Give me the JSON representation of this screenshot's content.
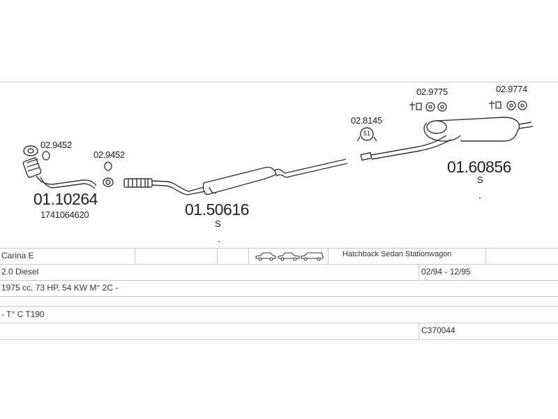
{
  "parts": {
    "front_pipe": {
      "number": "01.10264",
      "oe_number": "1741064620",
      "gasket": "02.9452"
    },
    "flange_gasket": {
      "number": "02.9452"
    },
    "center_silencer": {
      "number": "01.50616",
      "type": "S"
    },
    "clamp": {
      "number": "02.8145",
      "size": "51"
    },
    "rear_silencer": {
      "number": "01.60856",
      "type": "S"
    },
    "mounting_kit_a": {
      "number": "02.9775"
    },
    "mounting_kit_b": {
      "number": "02.9774"
    }
  },
  "vehicle": {
    "model": "Carina E",
    "engine": "2.0 Diesel",
    "body_types": "Hatchback Sedan Stationwagon",
    "years": "02/94 - 12/95",
    "specs": "1975 cc, 73 HP, 54 KW M° 2C -",
    "type_code": "- T° C T190",
    "catalog_code": "C370044"
  },
  "icons": [
    "hatchback-car-icon",
    "sedan-car-icon",
    "stationwagon-car-icon"
  ]
}
